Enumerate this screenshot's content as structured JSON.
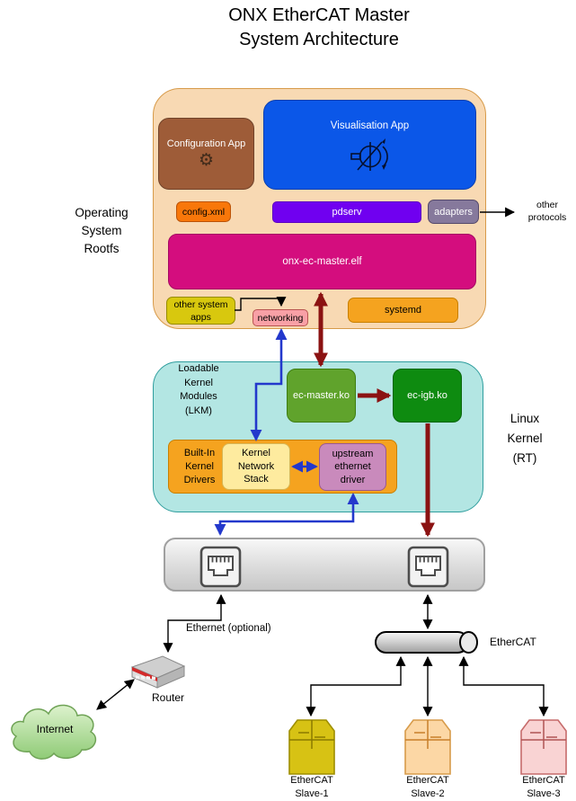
{
  "title": "ONX EtherCAT Master\nSystem Architecture",
  "rootfs": {
    "label": "Operating\nSystem\nRootfs",
    "configuration_app": "Configuration App",
    "visualisation_app": "Visualisation App",
    "config_xml": "config.xml",
    "pdserv": "pdserv",
    "adapters": "adapters",
    "other_protocols": "other\nprotocols",
    "onx_ec_master": "onx-ec-master.elf",
    "other_system_apps": "other system\napps",
    "networking": "networking",
    "systemd": "systemd"
  },
  "kernel": {
    "label": "Linux\nKernel\n(RT)",
    "lkm_label": "Loadable\nKernel\nModules\n(LKM)",
    "ec_master_ko": "ec-master.ko",
    "ec_igb_ko": "ec-igb.ko",
    "builtin_drivers": "Built-In\nKernel\nDrivers",
    "kernel_network_stack": "Kernel\nNetwork\nStack",
    "upstream_ethernet_driver": "upstream\nethernet\ndriver"
  },
  "network": {
    "ethernet_optional": "Ethernet (optional)",
    "router": "Router",
    "internet": "Internet",
    "ethercat_bus": "EtherCAT"
  },
  "slaves": [
    {
      "label": "EtherCAT\nSlave-1"
    },
    {
      "label": "EtherCAT\nSlave-2"
    },
    {
      "label": "EtherCAT\nSlave-3"
    }
  ],
  "icons": {
    "gear_glyph": "⚙"
  },
  "colors": {
    "rootfs_fill": "#f8d9b3",
    "rootfs_border": "#d79b4a",
    "kernel_fill": "#b3e6e3",
    "kernel_border": "#2f9e9e",
    "config_app": "#9e5c38",
    "vis_app": "#0b57e8",
    "config_xml": "#f8770a",
    "pdserv": "#7000f0",
    "adapters": "#86799c",
    "master_elf": "#d40d7e",
    "other_system_apps": "#d8c80e",
    "networking": "#f8a0a6",
    "systemd_orange": "#f5a31f",
    "ec_master_ko": "#60a32c",
    "ec_igb_ko": "#0e8b10",
    "kns_yellow": "#feeb9f",
    "upstream_mauve": "#c98abc",
    "slave1": "#d7c214",
    "slave2": "#fcd7a5",
    "slave3": "#f9d3d3",
    "arrow_red": "#8b1212",
    "arrow_blue": "#2338cc",
    "arrow_black": "#000000"
  }
}
